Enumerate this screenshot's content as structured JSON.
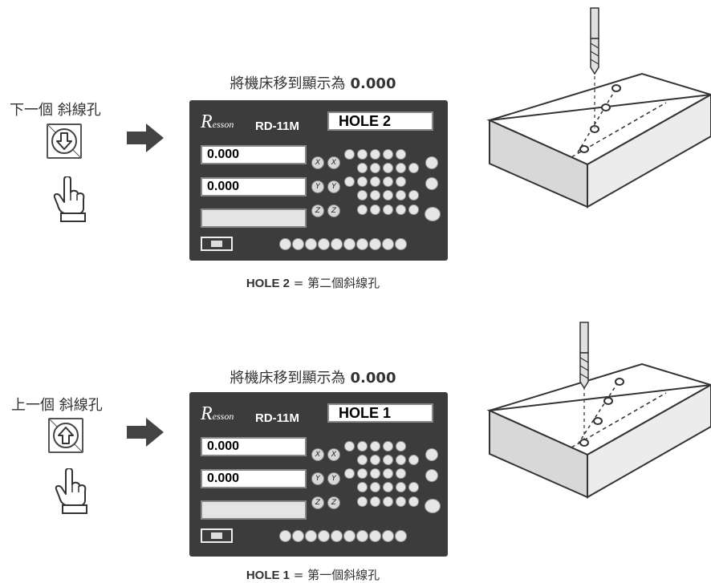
{
  "panels": [
    {
      "side_label": "下一個 斜線孔",
      "key_icon": "arrow-down-icon",
      "instruction_text": "將機床移到顯示為",
      "instruction_value": "0.000",
      "panel_logo": "Resson",
      "panel_model": "RD-11M",
      "hole_display": "HOLE 2",
      "x_display": "0.000",
      "y_display": "0.000",
      "z_display": "",
      "caption_hole": "HOLE 2",
      "caption_eq": "=",
      "caption_text": "第二個斜線孔"
    },
    {
      "side_label": "上一個 斜線孔",
      "key_icon": "arrow-up-icon",
      "instruction_text": "將機床移到顯示為",
      "instruction_value": "0.000",
      "panel_logo": "Resson",
      "panel_model": "RD-11M",
      "hole_display": "HOLE 1",
      "x_display": "0.000",
      "y_display": "0.000",
      "z_display": "",
      "caption_hole": "HOLE 1",
      "caption_eq": "=",
      "caption_text": "第一個斜線孔"
    }
  ],
  "colors": {
    "panel_bg": "#3c3c3c",
    "arrow_fill": "#444444",
    "text": "#333333"
  }
}
